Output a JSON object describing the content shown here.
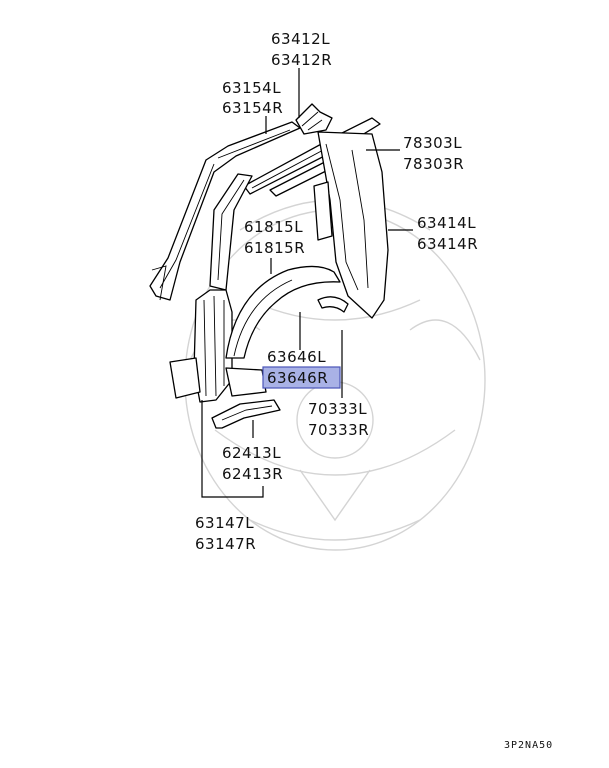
{
  "labels": {
    "l63412": [
      "63412L",
      "63412R"
    ],
    "l63154": [
      "63154L",
      "63154R"
    ],
    "l78303": [
      "78303L",
      "78303R"
    ],
    "l61815": [
      "61815L",
      "61815R"
    ],
    "l63414": [
      "63414L",
      "63414R"
    ],
    "l63646": [
      "63646L",
      "63646R"
    ],
    "l70333": [
      "70333L",
      "70333R"
    ],
    "l62413": [
      "62413L",
      "62413R"
    ],
    "l63147": [
      "63147L",
      "63147R"
    ]
  },
  "highlight": {
    "fill": "#a9b2e6",
    "stroke": "#4a55b8"
  },
  "diagram_code": "3P2NA50"
}
